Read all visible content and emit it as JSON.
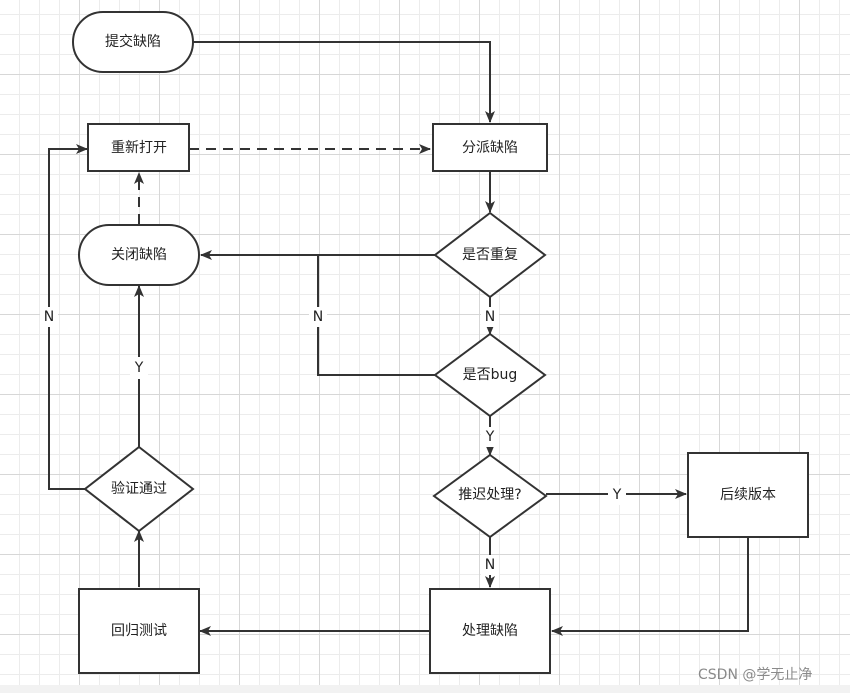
{
  "nodes": {
    "submit": "提交缺陷",
    "reopen": "重新打开",
    "assign": "分派缺陷",
    "close": "关闭缺陷",
    "duplicate": "是否重复",
    "is_bug": "是否bug",
    "verify": "验证通过",
    "defer": "推迟处理?",
    "later": "后续版本",
    "regression": "回归测试",
    "handle": "处理缺陷"
  },
  "edges": {
    "verify_no": "N",
    "isbug_no": "N",
    "duplicate_no": "N",
    "verify_yes": "Y",
    "isbug_yes": "Y",
    "defer_yes": "Y",
    "defer_no": "N"
  },
  "watermark": "CSDN @学无止净",
  "colors": {
    "stroke": "#333333",
    "fill": "#ffffff",
    "text": "#222222",
    "watermark": "#8a8a8a"
  }
}
